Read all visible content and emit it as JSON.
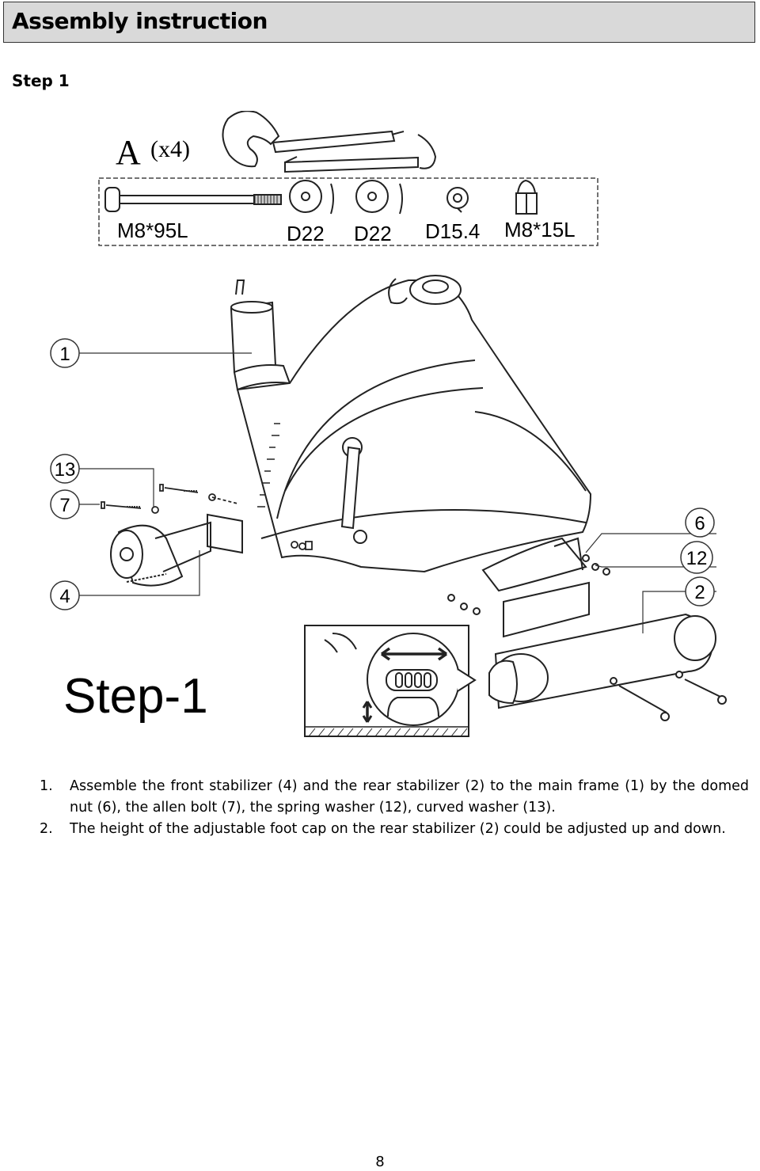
{
  "header": {
    "title": "Assembly instruction"
  },
  "step_heading": "Step 1",
  "hardware": {
    "group_letter": "A",
    "group_qty": "(x4)",
    "labels": [
      "M8*95L",
      "D22",
      "D22",
      "D15.4",
      "M8*15L"
    ]
  },
  "callouts": {
    "main_frame": "1",
    "curved_washer": "13",
    "allen_bolt": "7",
    "front_stabilizer": "4",
    "domed_nut": "6",
    "spring_washer": "12",
    "rear_stabilizer": "2"
  },
  "diagram_step_label": "Step-1",
  "instructions": [
    {
      "num": "1.",
      "text": "Assemble the front stabilizer (4) and the rear stabilizer (2) to the main frame (1) by the domed nut (6), the allen bolt (7), the spring washer (12), curved washer (13)."
    },
    {
      "num": "2.",
      "text": "The height of the adjustable foot cap on the rear stabilizer (2) could be adjusted up and down."
    }
  ],
  "page_number": "8"
}
